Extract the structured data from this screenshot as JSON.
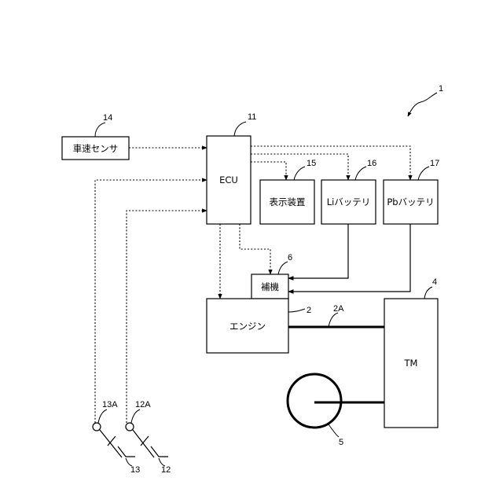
{
  "labels": {
    "ecu": "ECU",
    "vehicle_speed_sensor": "車速センサ",
    "display_device": "表示装置",
    "li_battery": "Liバッテリ",
    "pb_battery": "Pbバッテリ",
    "auxiliary": "補機",
    "engine": "エンジン",
    "tm": "TM"
  },
  "refs": {
    "system": "1",
    "engine": "2",
    "shaft": "2A",
    "tm": "4",
    "wheel": "5",
    "auxiliary": "6",
    "ecu": "11",
    "pedal_12": "12",
    "sensor_12a": "12A",
    "pedal_13": "13",
    "sensor_13a": "13A",
    "speed_sensor": "14",
    "display": "15",
    "li": "16",
    "pb": "17"
  }
}
